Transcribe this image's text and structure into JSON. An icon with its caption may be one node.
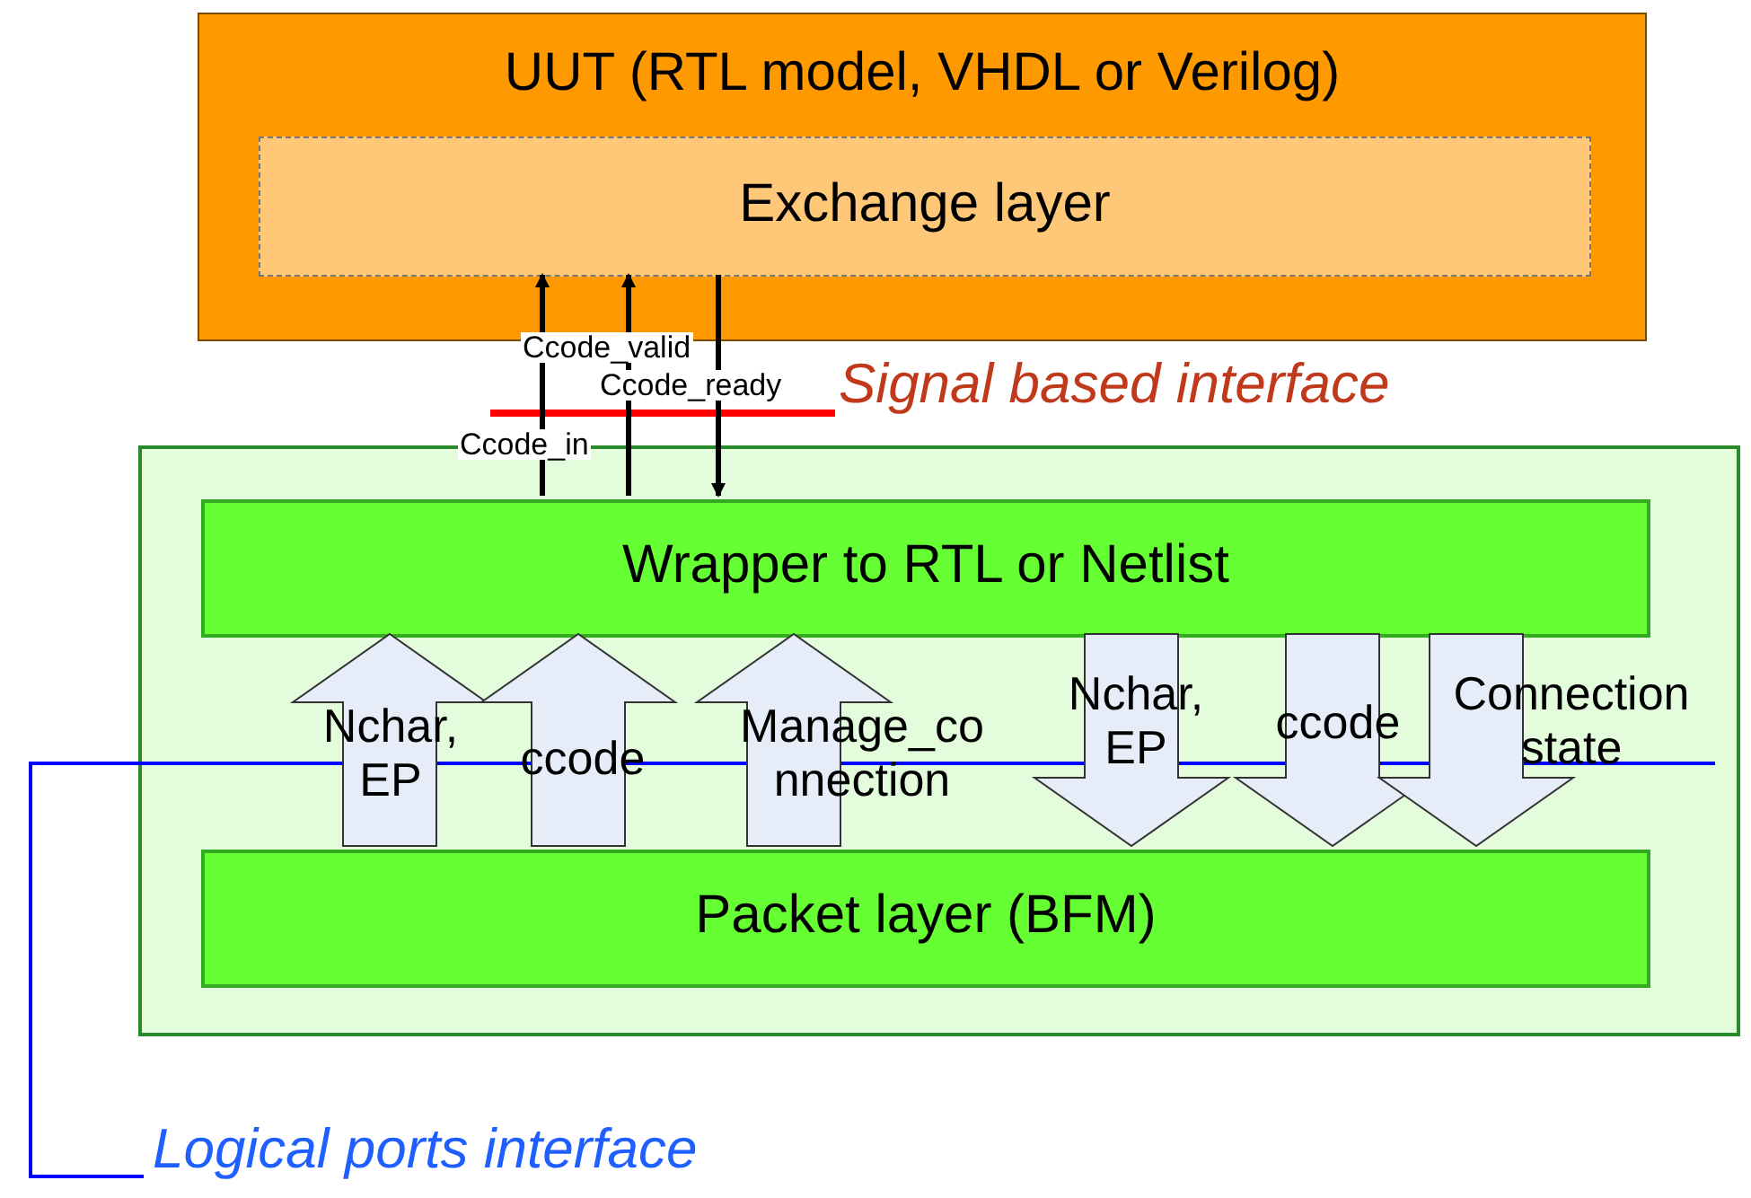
{
  "diagram": {
    "nodes": [
      {
        "text": [
          "UUT (RTL model, VHDL or Verilog)"
        ]
      },
      {
        "text": [
          "Exchange layer"
        ],
        "in": 0
      },
      {
        "text": [],
        "shape": "box"
      },
      {
        "text": [
          "Wrapper to RTL or Netlist"
        ],
        "in": 2
      },
      {
        "text": [
          "Packet layer (BFM)"
        ],
        "in": 2
      }
    ],
    "edges": [
      {
        "from": 3,
        "to": 1,
        "arrow": "to",
        "label": "Ccode_in"
      },
      {
        "from": 3,
        "to": 1,
        "arrow": "to",
        "label": "Ccode_valid"
      },
      {
        "from": 1,
        "to": 3,
        "arrow": "to",
        "label": "Ccode_ready"
      },
      {
        "from": 4,
        "to": 3,
        "arrow": "to",
        "label": "Nchar, EP",
        "style": "thick",
        "color": "#e6ecf8"
      },
      {
        "from": 4,
        "to": 3,
        "arrow": "to",
        "label": "ccode",
        "style": "thick",
        "color": "#e6ecf8"
      },
      {
        "from": 4,
        "to": 3,
        "arrow": "to",
        "label": "Manage_connection",
        "style": "thick",
        "color": "#e6ecf8"
      },
      {
        "from": 3,
        "to": 4,
        "arrow": "to",
        "label": "Nchar, EP",
        "style": "thick",
        "color": "#e6ecf8"
      },
      {
        "from": 3,
        "to": 4,
        "arrow": "to",
        "label": "ccode",
        "style": "thick",
        "color": "#e6ecf8"
      },
      {
        "from": 3,
        "to": 4,
        "arrow": "to",
        "label": "Connection state",
        "style": "thick",
        "color": "#e6ecf8"
      }
    ],
    "labels": [
      "Signal based interface",
      "Logical ports interface"
    ]
  }
}
